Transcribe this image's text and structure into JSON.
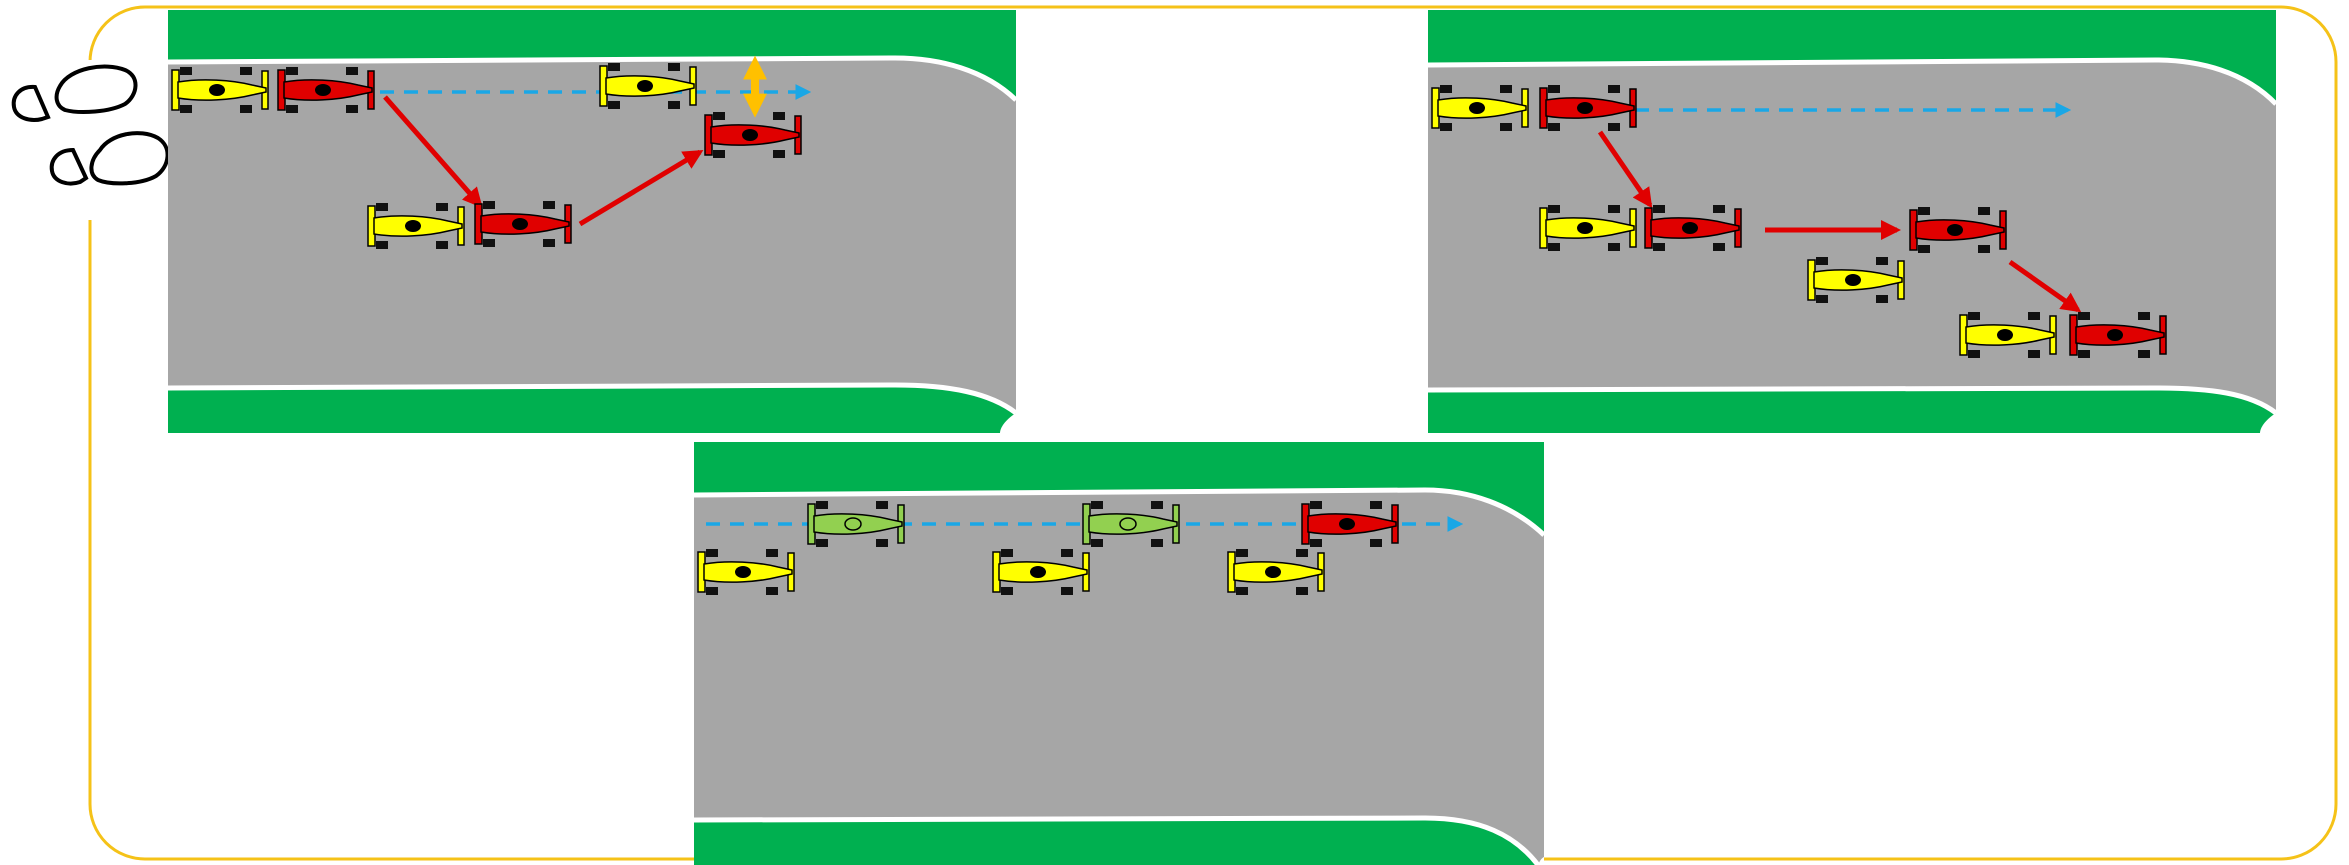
{
  "colors": {
    "frame": "#F5C218",
    "grass": "#00B050",
    "track": "#A6A6A6",
    "track_edge": "#FFFFFF",
    "car_red": "#E00000",
    "car_yellow": "#FFFF00",
    "car_green": "#92D050",
    "car_dark": "#000000",
    "move_arrow": "#E00000",
    "line_arrow": "#1AA7E6",
    "side_arrow": "#FFC000"
  },
  "icons": {
    "footprints": "footprints-icon",
    "car": "race-car-icon"
  },
  "panels": [
    {
      "name": "overtake-and-rejoin",
      "cars": [
        "yellow",
        "red",
        "yellow",
        "red",
        "yellow",
        "red"
      ],
      "arrows": [
        "dashed-line",
        "move",
        "move",
        "side-to-side"
      ]
    },
    {
      "name": "double-lane-change",
      "cars": [
        "yellow",
        "red",
        "yellow",
        "red",
        "red",
        "yellow",
        "yellow",
        "red"
      ],
      "arrows": [
        "dashed-line",
        "move",
        "move",
        "move"
      ]
    },
    {
      "name": "train-of-cars",
      "cars": [
        "green",
        "green",
        "red",
        "yellow",
        "yellow",
        "yellow"
      ],
      "arrows": [
        "dashed-line"
      ]
    }
  ]
}
